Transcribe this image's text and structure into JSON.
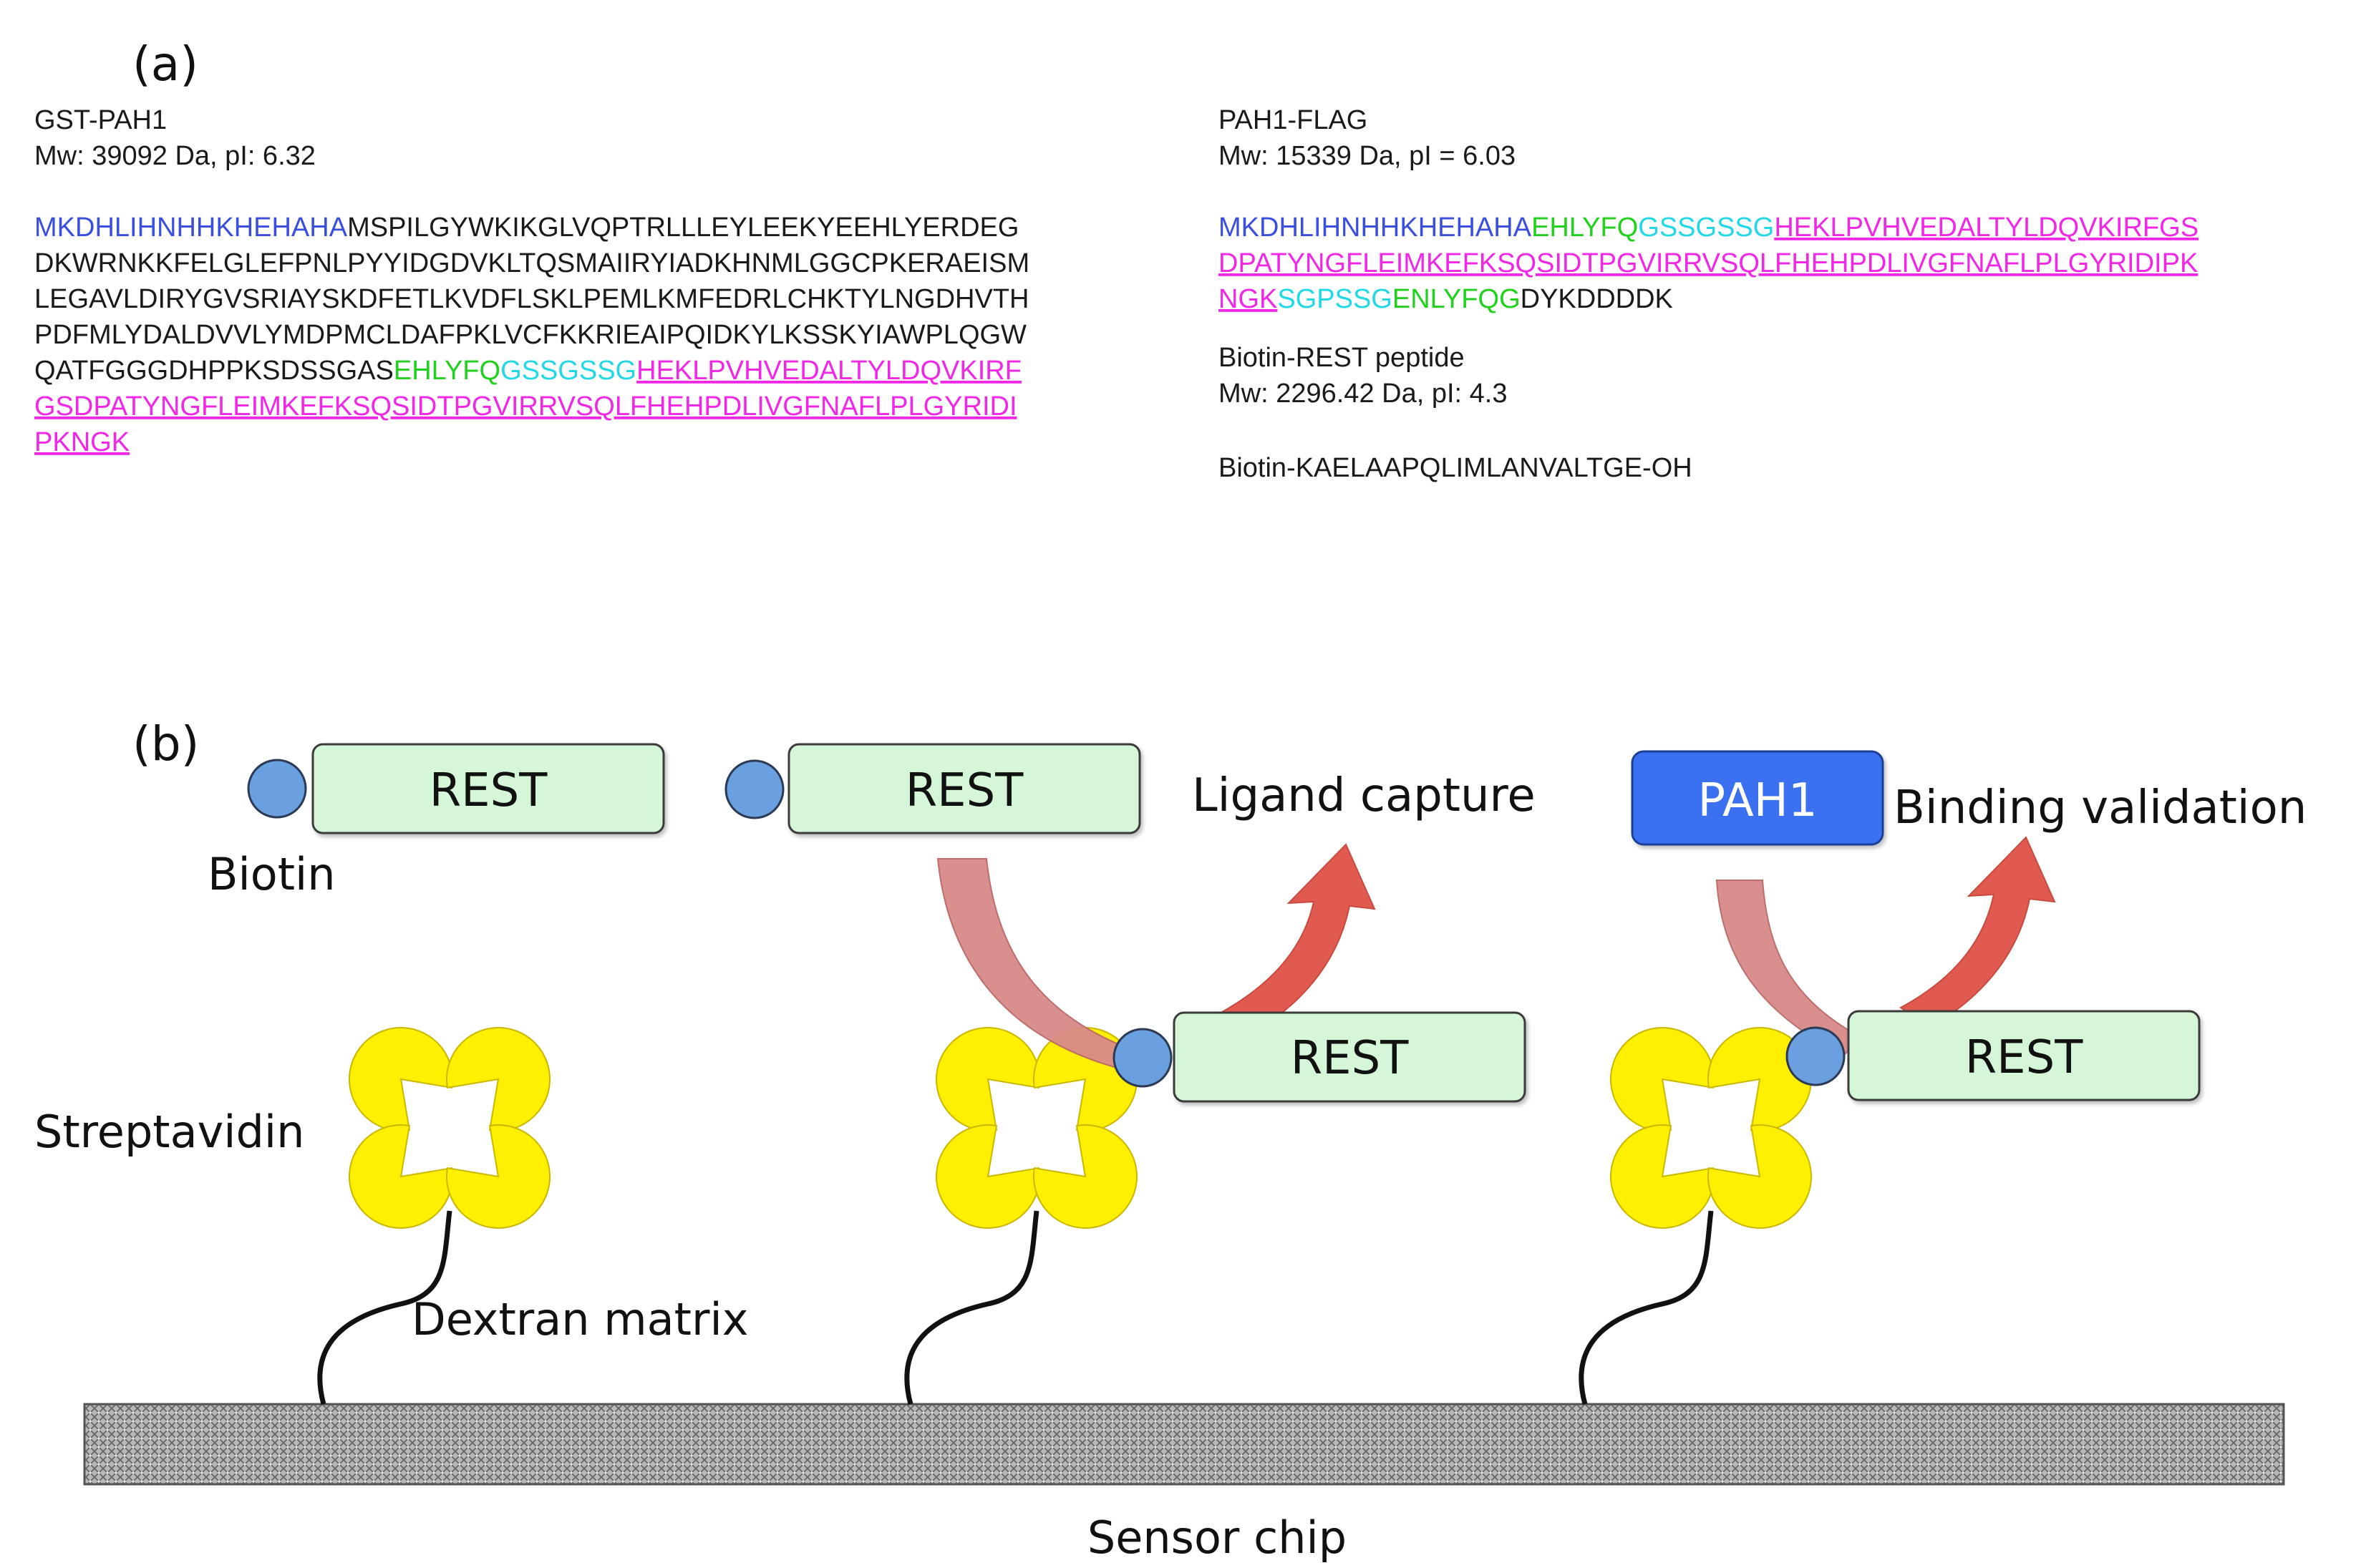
{
  "panel_a": {
    "label": "(a)",
    "gst": {
      "title": "GST-PAH1",
      "mw": "Mw: 39092 Da, pI: 6.32",
      "lines": [
        [
          {
            "t": "MKDHLIHNHHKHEHAHA",
            "c": "blue"
          },
          {
            "t": "MSPILGYWKIKGLVQPTRLLLEYLEEKYEEHLYERDEG",
            "c": "black"
          }
        ],
        [
          {
            "t": "DKWRNKKFELGLEFPNLPYYIDGDVKLTQSMAIIRYIADKHNMLGGCPKERAEISM",
            "c": "black"
          }
        ],
        [
          {
            "t": "LEGAVLDIRYGVSRIAYSKDFETLKVDFLSKLPEMLKMFEDRLCHKTYLNGDHVTH",
            "c": "black"
          }
        ],
        [
          {
            "t": "PDFMLYDALDVVLYMDPMCLDAFPKLVCFKKRIEAIPQIDKYLKSSKYIAWPLQGW",
            "c": "black"
          }
        ],
        [
          {
            "t": "QATFGGGDHPPKSDSSGAS",
            "c": "black"
          },
          {
            "t": "EHLYFQ",
            "c": "green"
          },
          {
            "t": "GSSGSSG",
            "c": "cyan"
          },
          {
            "t": "HEKLPVHVEDALTYLDQVKIRF",
            "c": "magenta",
            "u": true
          }
        ],
        [
          {
            "t": "GSDPATYNGFLEIMKEFKSQSIDTPGVIRRVSQLFHEHPDLIVGFNAFLPLGYRIDI",
            "c": "magenta",
            "u": true
          }
        ],
        [
          {
            "t": "PKNGK",
            "c": "magenta",
            "u": true
          }
        ]
      ]
    },
    "flag": {
      "title": "PAH1-FLAG",
      "mw": "Mw: 15339 Da, pI = 6.03",
      "lines": [
        [
          {
            "t": "MKDHLIHNHHKHEHAHA",
            "c": "blue"
          },
          {
            "t": "EHLYFQ",
            "c": "green"
          },
          {
            "t": "GSSGSSG",
            "c": "cyan"
          },
          {
            "t": "HEKLPVHVEDALTYLDQVKIRFGS",
            "c": "magenta",
            "u": true
          }
        ],
        [
          {
            "t": "DPATYNGFLEIMKEFKSQSIDTPGVIRRVSQLFHEHPDLIVGFNAFLPLGYRIDIPK",
            "c": "magenta",
            "u": true
          }
        ],
        [
          {
            "t": "NGK",
            "c": "magenta",
            "u": true
          },
          {
            "t": "SGPSSG",
            "c": "cyan"
          },
          {
            "t": "ENLYFQG",
            "c": "green"
          },
          {
            "t": "DYKDDDDK",
            "c": "black"
          }
        ]
      ]
    },
    "rest": {
      "title": "Biotin-REST peptide",
      "mw": "Mw: 2296.42 Da, pI: 4.3",
      "sequence": "Biotin-KAELAAPQLIMLANVALTGE-OH"
    }
  },
  "panel_b": {
    "label": "(b)",
    "biotin_label": "Biotin",
    "streptavidin_label": "Streptavidin",
    "dextran_label": "Dextran matrix",
    "sensor_label": "Sensor chip",
    "rest_label": "REST",
    "pah1_label": "PAH1",
    "ligand_capture": "Ligand capture",
    "binding_validation": "Binding validation"
  },
  "colors": {
    "blue": "#3a4fe0",
    "green": "#22d01e",
    "cyan": "#22d8e6",
    "magenta": "#f028e6",
    "black": "#1a1a1a",
    "rest_fill": "#d5f7d7",
    "pah1_fill": "#3a70f0",
    "biotin_fill": "#6a9fe0",
    "streptavidin": "#ffef00",
    "arrow": "#d9534a"
  }
}
